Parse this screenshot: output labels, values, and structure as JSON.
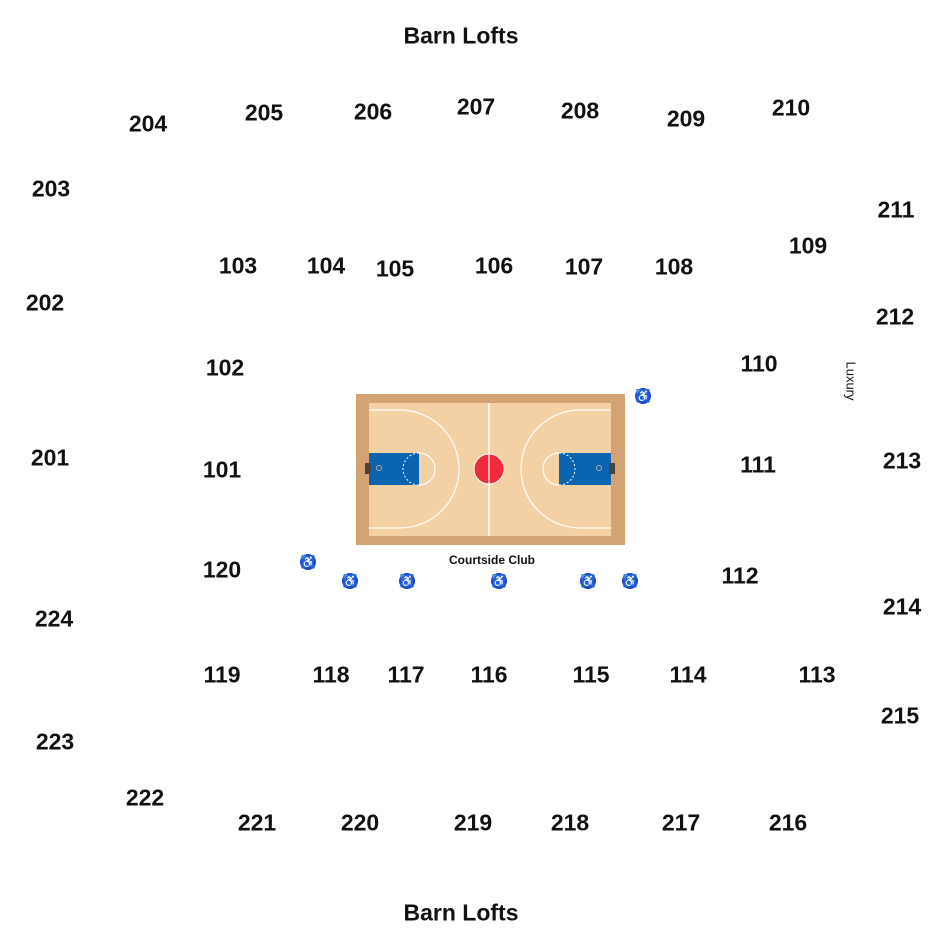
{
  "map": {
    "top_label": "Barn Lofts",
    "bottom_label": "Barn Lofts",
    "courtside_label": "Courtside Club",
    "luxury_label": "Luxury",
    "sections_100": [
      "101",
      "102",
      "103",
      "104",
      "105",
      "106",
      "107",
      "108",
      "109",
      "110",
      "111",
      "112",
      "113",
      "114",
      "115",
      "116",
      "117",
      "118",
      "119",
      "120"
    ],
    "sections_200": [
      "201",
      "202",
      "203",
      "204",
      "205",
      "206",
      "207",
      "208",
      "209",
      "210",
      "211",
      "212",
      "213",
      "214",
      "215",
      "216",
      "217",
      "218",
      "219",
      "220",
      "221",
      "222",
      "223",
      "224"
    ],
    "accessible_icon": "wheelchair-icon",
    "colors": {
      "court_border": "#d4a373",
      "court_floor": "#f3d1a4",
      "paint": "#0a64b0",
      "center_circle": "#ee2a3c",
      "accessible": "#1b45c8"
    }
  }
}
